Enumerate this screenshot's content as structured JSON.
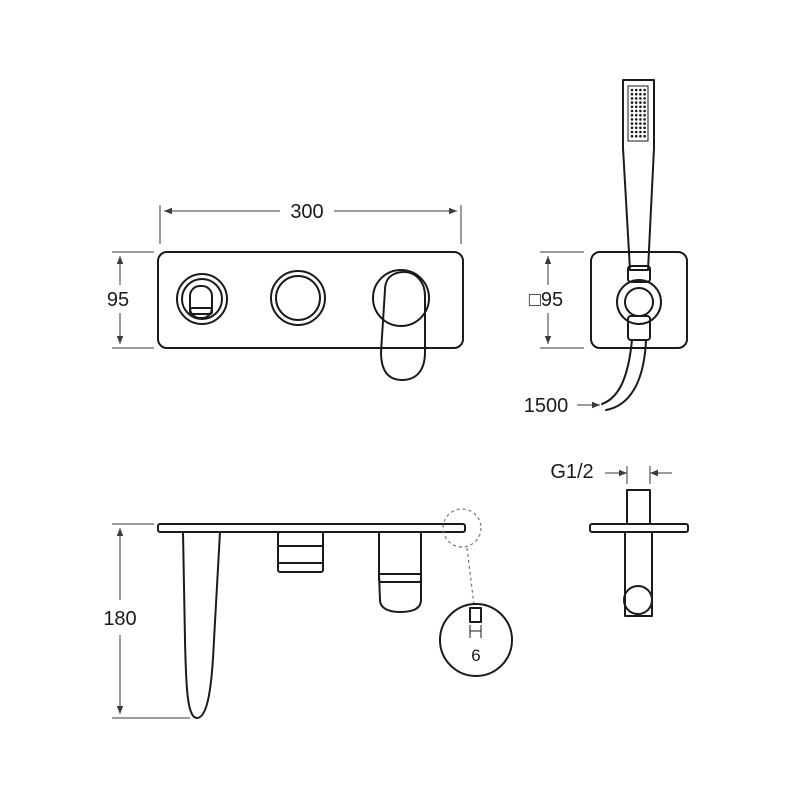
{
  "dimensions": {
    "panel_width": "300",
    "panel_height": "95",
    "holder_size": "□95",
    "hose_length": "1500",
    "connection": "G1/2",
    "projection": "180",
    "plate_thickness": "6"
  },
  "colors": {
    "line": "#1a1a1a",
    "dimension": "#3a3a3a",
    "detail_leader": "#777777",
    "background": "#ffffff"
  }
}
